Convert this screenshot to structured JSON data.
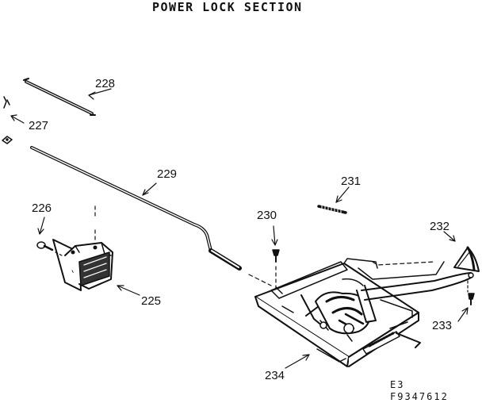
{
  "title": "POWER LOCK SECTION",
  "parts": {
    "p225": "225",
    "p226": "226",
    "p227": "227",
    "p228": "228",
    "p229": "229",
    "p230": "230",
    "p231": "231",
    "p232": "232",
    "p233": "233",
    "p234": "234"
  },
  "footer": {
    "line1": "E3",
    "line2": "F9347612"
  }
}
